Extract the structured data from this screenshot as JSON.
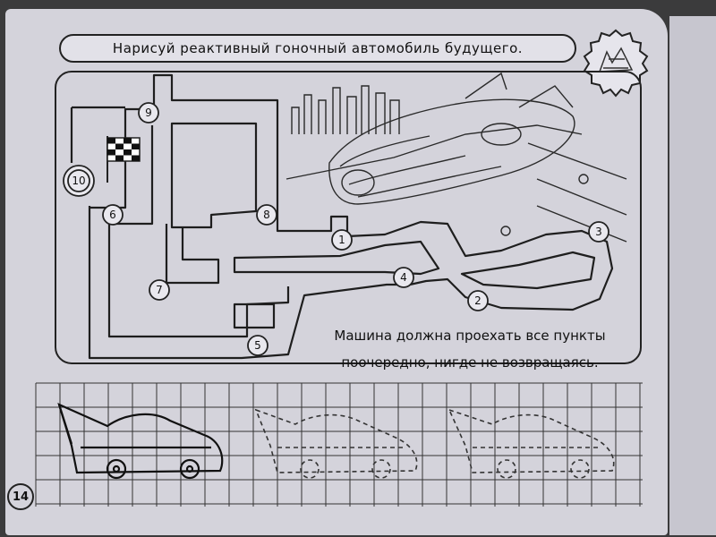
{
  "title": "Нарисуй реактивный гоночный автомобиль будущего.",
  "instruction_line1": "Машина должна проехать все пункты",
  "instruction_line2": "поочередно, нигде не возвращаясь.",
  "page_number": "14",
  "checkpoints": [
    "1",
    "2",
    "3",
    "4",
    "5",
    "6",
    "7",
    "8",
    "9",
    "10"
  ],
  "badge_icon": "car-sketch-gear-icon",
  "flag_icon": "checkered-flag-icon"
}
